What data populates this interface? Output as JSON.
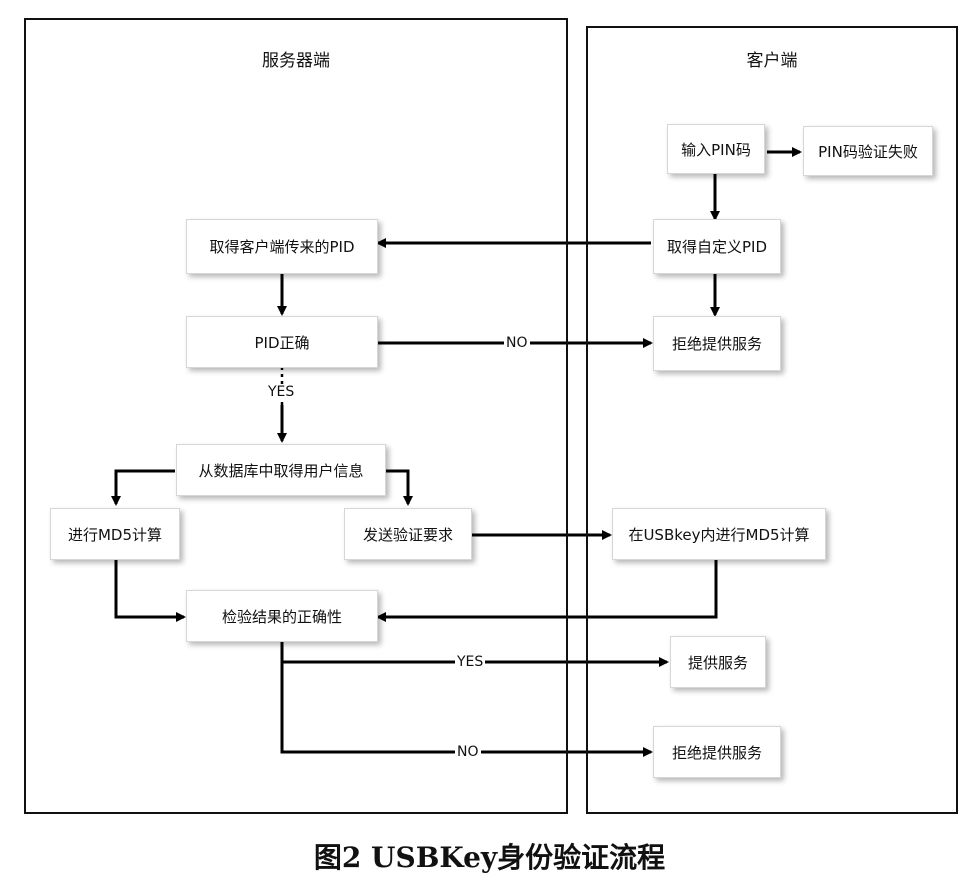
{
  "lanes": {
    "server": "服务器端",
    "client": "客户端"
  },
  "nodes": {
    "input_pin": "输入PIN码",
    "pin_fail": "PIN码验证失败",
    "get_custom_pid": "取得自定义PID",
    "get_client_pid": "取得客户端传来的PID",
    "pid_correct": "PID正确",
    "refuse_1": "拒绝提供服务",
    "get_user_info": "从数据库中取得用户信息",
    "md5_server": "进行MD5计算",
    "send_verify": "发送验证要求",
    "md5_usbkey": "在USBkey内进行MD5计算",
    "check_result": "检验结果的正确性",
    "provide_service": "提供服务",
    "refuse_2": "拒绝提供服务"
  },
  "edge_labels": {
    "no_1": "NO",
    "yes_1": "YES",
    "yes_2": "YES",
    "no_2": "NO"
  },
  "caption": "图2   USBKey身份验证流程"
}
